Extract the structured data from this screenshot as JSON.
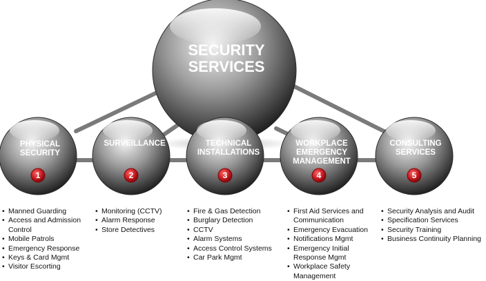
{
  "hub": {
    "title_lines": [
      "SECURITY",
      "SERVICES"
    ]
  },
  "services": [
    {
      "number": "1",
      "title_lines": [
        "PHYSICAL",
        "SECURITY"
      ],
      "items": [
        "Manned Guarding",
        "Access and Admission Control",
        "Mobile Patrols",
        "Emergency Response",
        "Keys & Card Mgmt",
        "Visitor Escorting"
      ]
    },
    {
      "number": "2",
      "title_lines": [
        "SURVEILLANCE"
      ],
      "items": [
        "Monitoring (CCTV)",
        "Alarm Response",
        "Store Detectives"
      ]
    },
    {
      "number": "3",
      "title_lines": [
        "TECHNICAL",
        "INSTALLATIONS"
      ],
      "items": [
        "Fire & Gas Detection",
        "Burglary Detection",
        "CCTV",
        "Alarm Systems",
        "Access Control Systems",
        "Car Park Mgmt"
      ]
    },
    {
      "number": "4",
      "title_lines": [
        "WORKPLACE",
        "EMERGENCY",
        "MANAGEMENT"
      ],
      "items": [
        "First Aid Services and Communication",
        "Emergency Evacuation",
        "Notifications Mgmt",
        "Emergency Initial Response Mgmt",
        "Workplace Safety Management"
      ]
    },
    {
      "number": "5",
      "title_lines": [
        "CONSULTING",
        "SERVICES"
      ],
      "items": [
        "Security Analysis and Audit",
        "Specification Services",
        "Security Training",
        "Business Continuity Planning"
      ]
    }
  ],
  "colors": {
    "sphere_light": "#f4f4f4",
    "sphere_mid": "#8d8d8d",
    "sphere_dark": "#1c1c1c",
    "connector": "#7a7a7a",
    "badge": "#c0161c"
  }
}
